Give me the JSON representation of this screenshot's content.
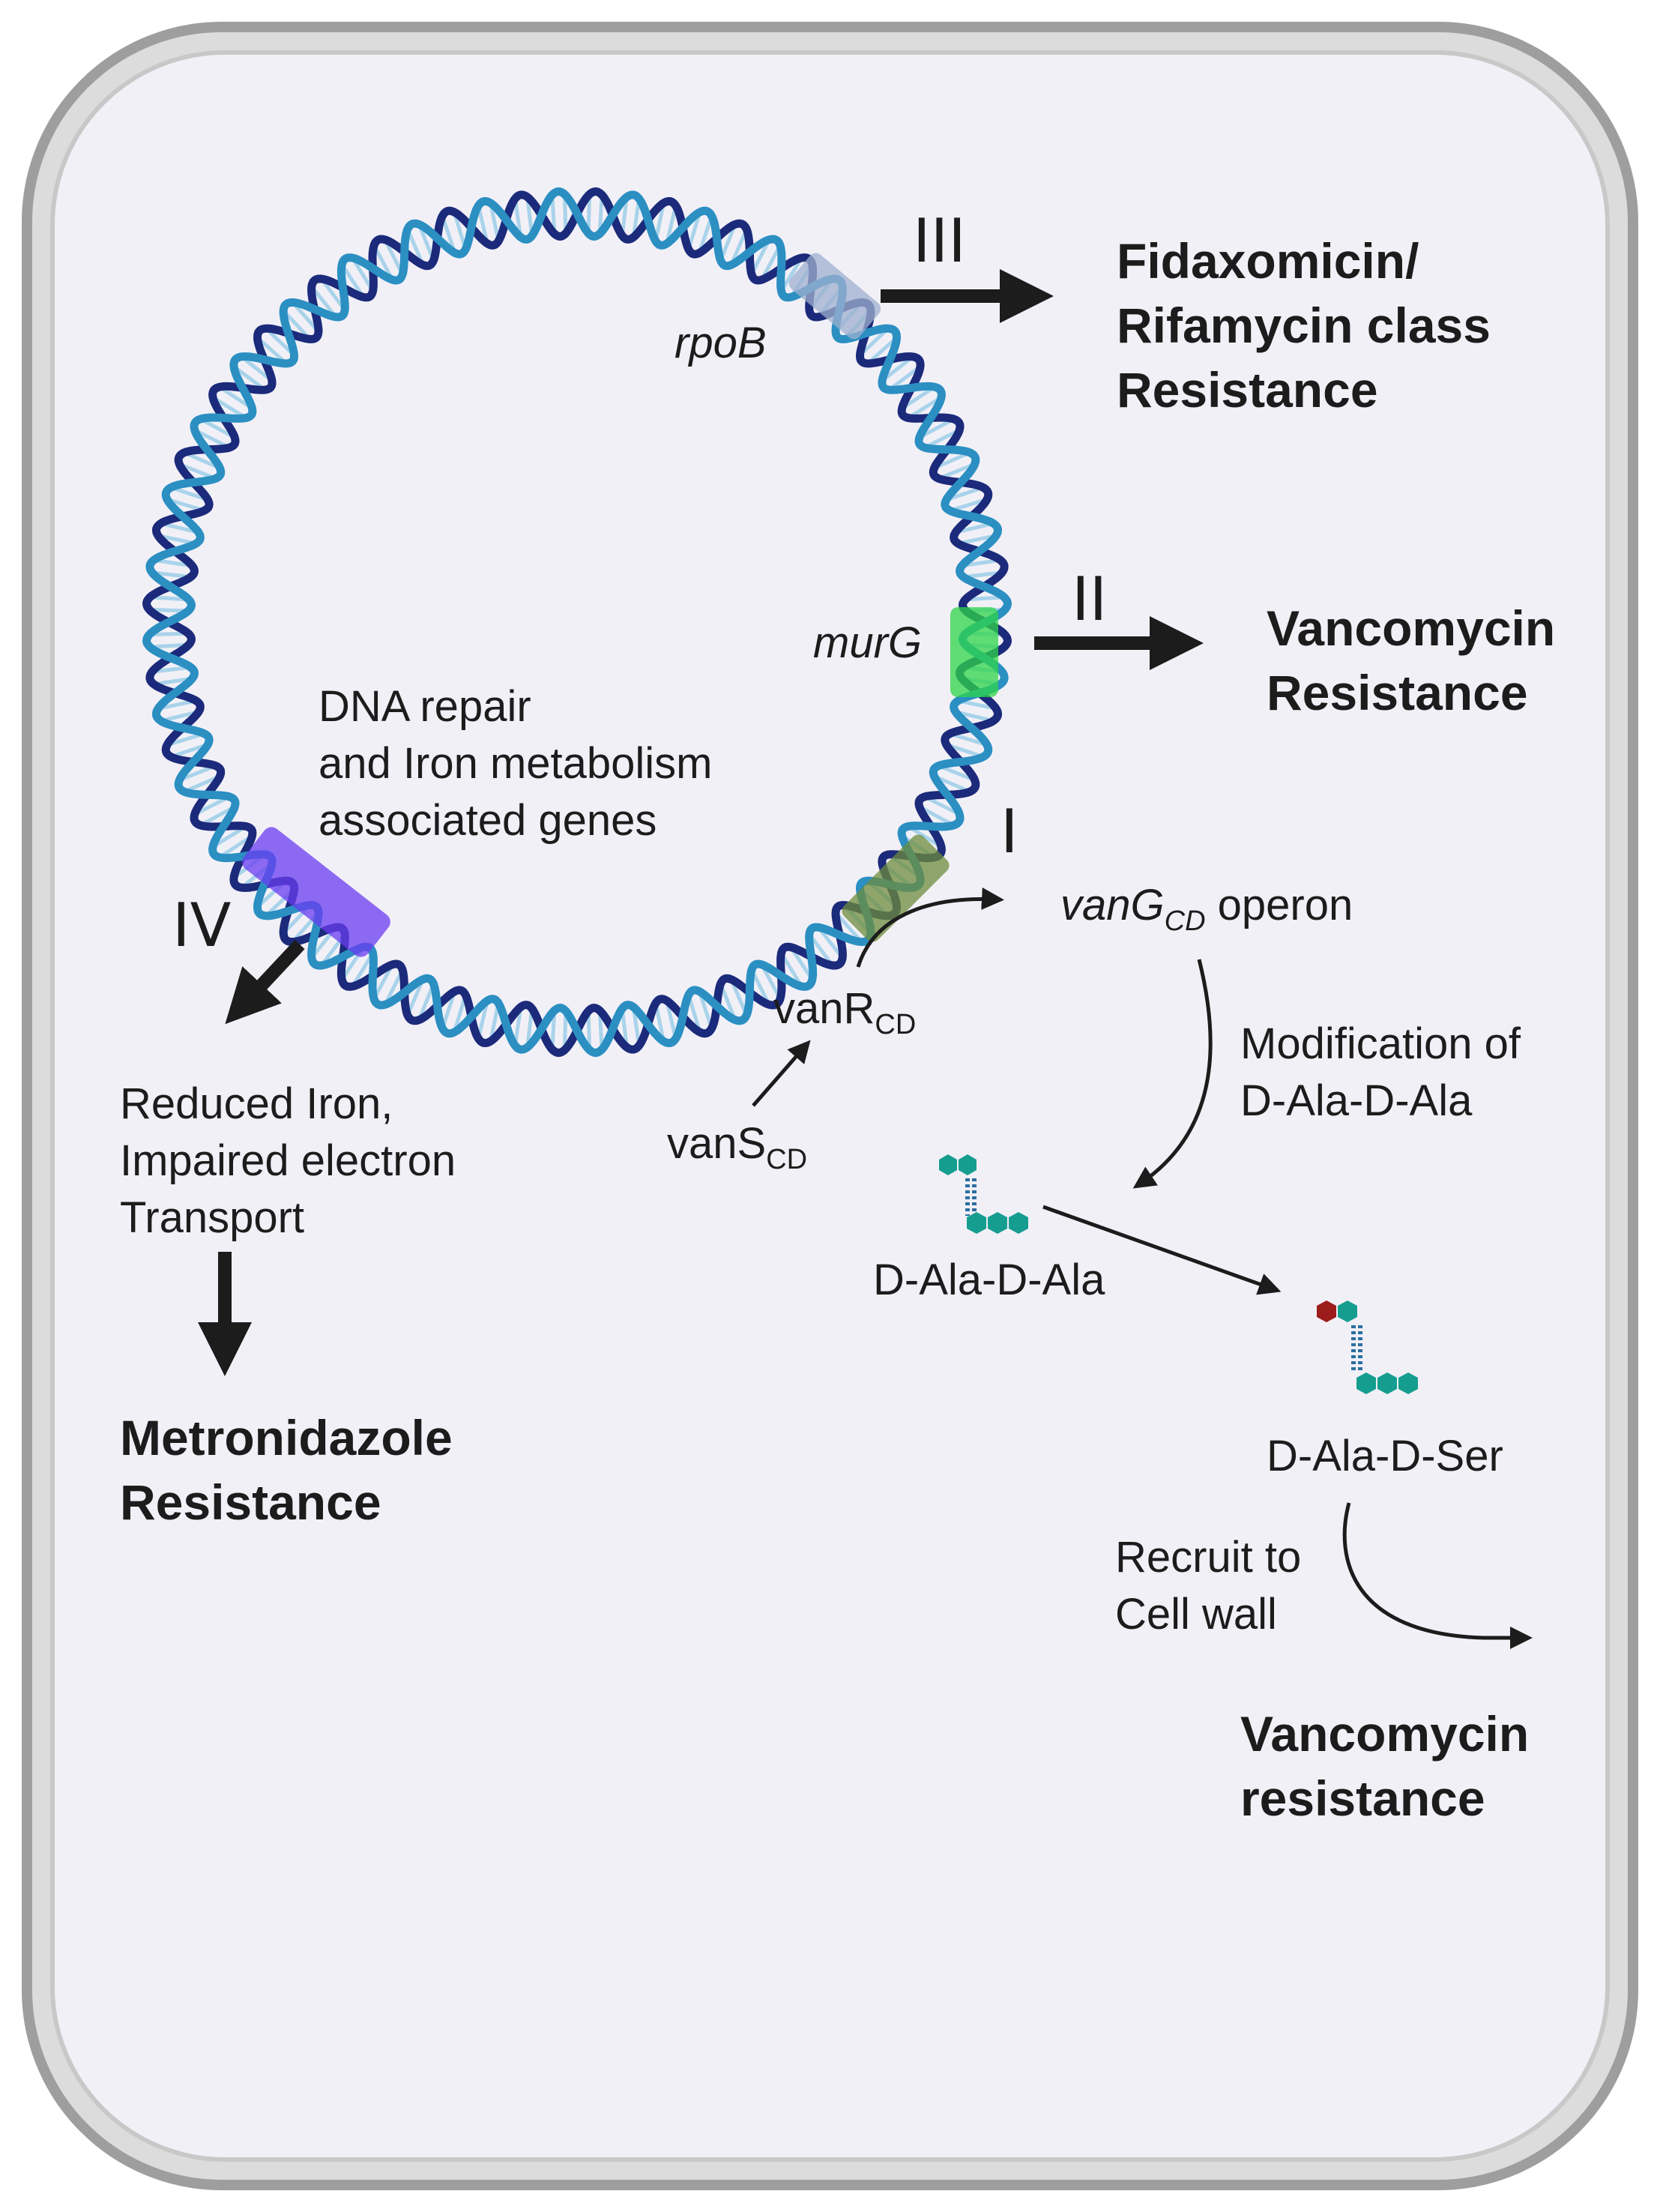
{
  "genes": {
    "rpoB": "rpoB",
    "murG": "murG",
    "dna_repair": [
      "DNA repair",
      "and Iron metabolism",
      "associated genes"
    ]
  },
  "pathways": {
    "III": "III",
    "II": "II",
    "I": "I",
    "IV": "IV"
  },
  "outcomes": {
    "fidaxomicin": [
      "Fidaxomicin/",
      "Rifamycin class",
      "Resistance"
    ],
    "vancomycin_murg": [
      "Vancomycin",
      "Resistance"
    ],
    "metronidazole": [
      "Metronidazole",
      "Resistance"
    ],
    "vancomycin_final": [
      "Vancomycin",
      "resistance"
    ]
  },
  "van_operon": {
    "vanG_base": "vanG",
    "vanG_sub": "CD",
    "operon_word": "operon",
    "vanR_base": "vanR",
    "vanR_sub": "CD",
    "vanS_base": "vanS",
    "vanS_sub": "CD",
    "modification": [
      "Modification of",
      "D-Ala-D-Ala"
    ],
    "dala_dala": "D-Ala-D-Ala",
    "dala_dser": "D-Ala-D-Ser",
    "recruit": [
      "Recruit to",
      "Cell wall"
    ]
  },
  "iron": [
    "Reduced Iron,",
    "Impaired electron",
    "Transport"
  ],
  "colors": {
    "cell_fill": "#f2f0f7",
    "cell_border": "#a8a8a8",
    "dna_dark": "#1b2a7a",
    "dna_light": "#2b8fc2",
    "highlight_rpoB": "#9fb0cf",
    "highlight_murG": "#2fd64a",
    "highlight_vanG": "#6e8c3c",
    "highlight_IV": "#6a3cf0",
    "peptide_teal": "#159e90",
    "peptide_red": "#9c1b1b"
  }
}
